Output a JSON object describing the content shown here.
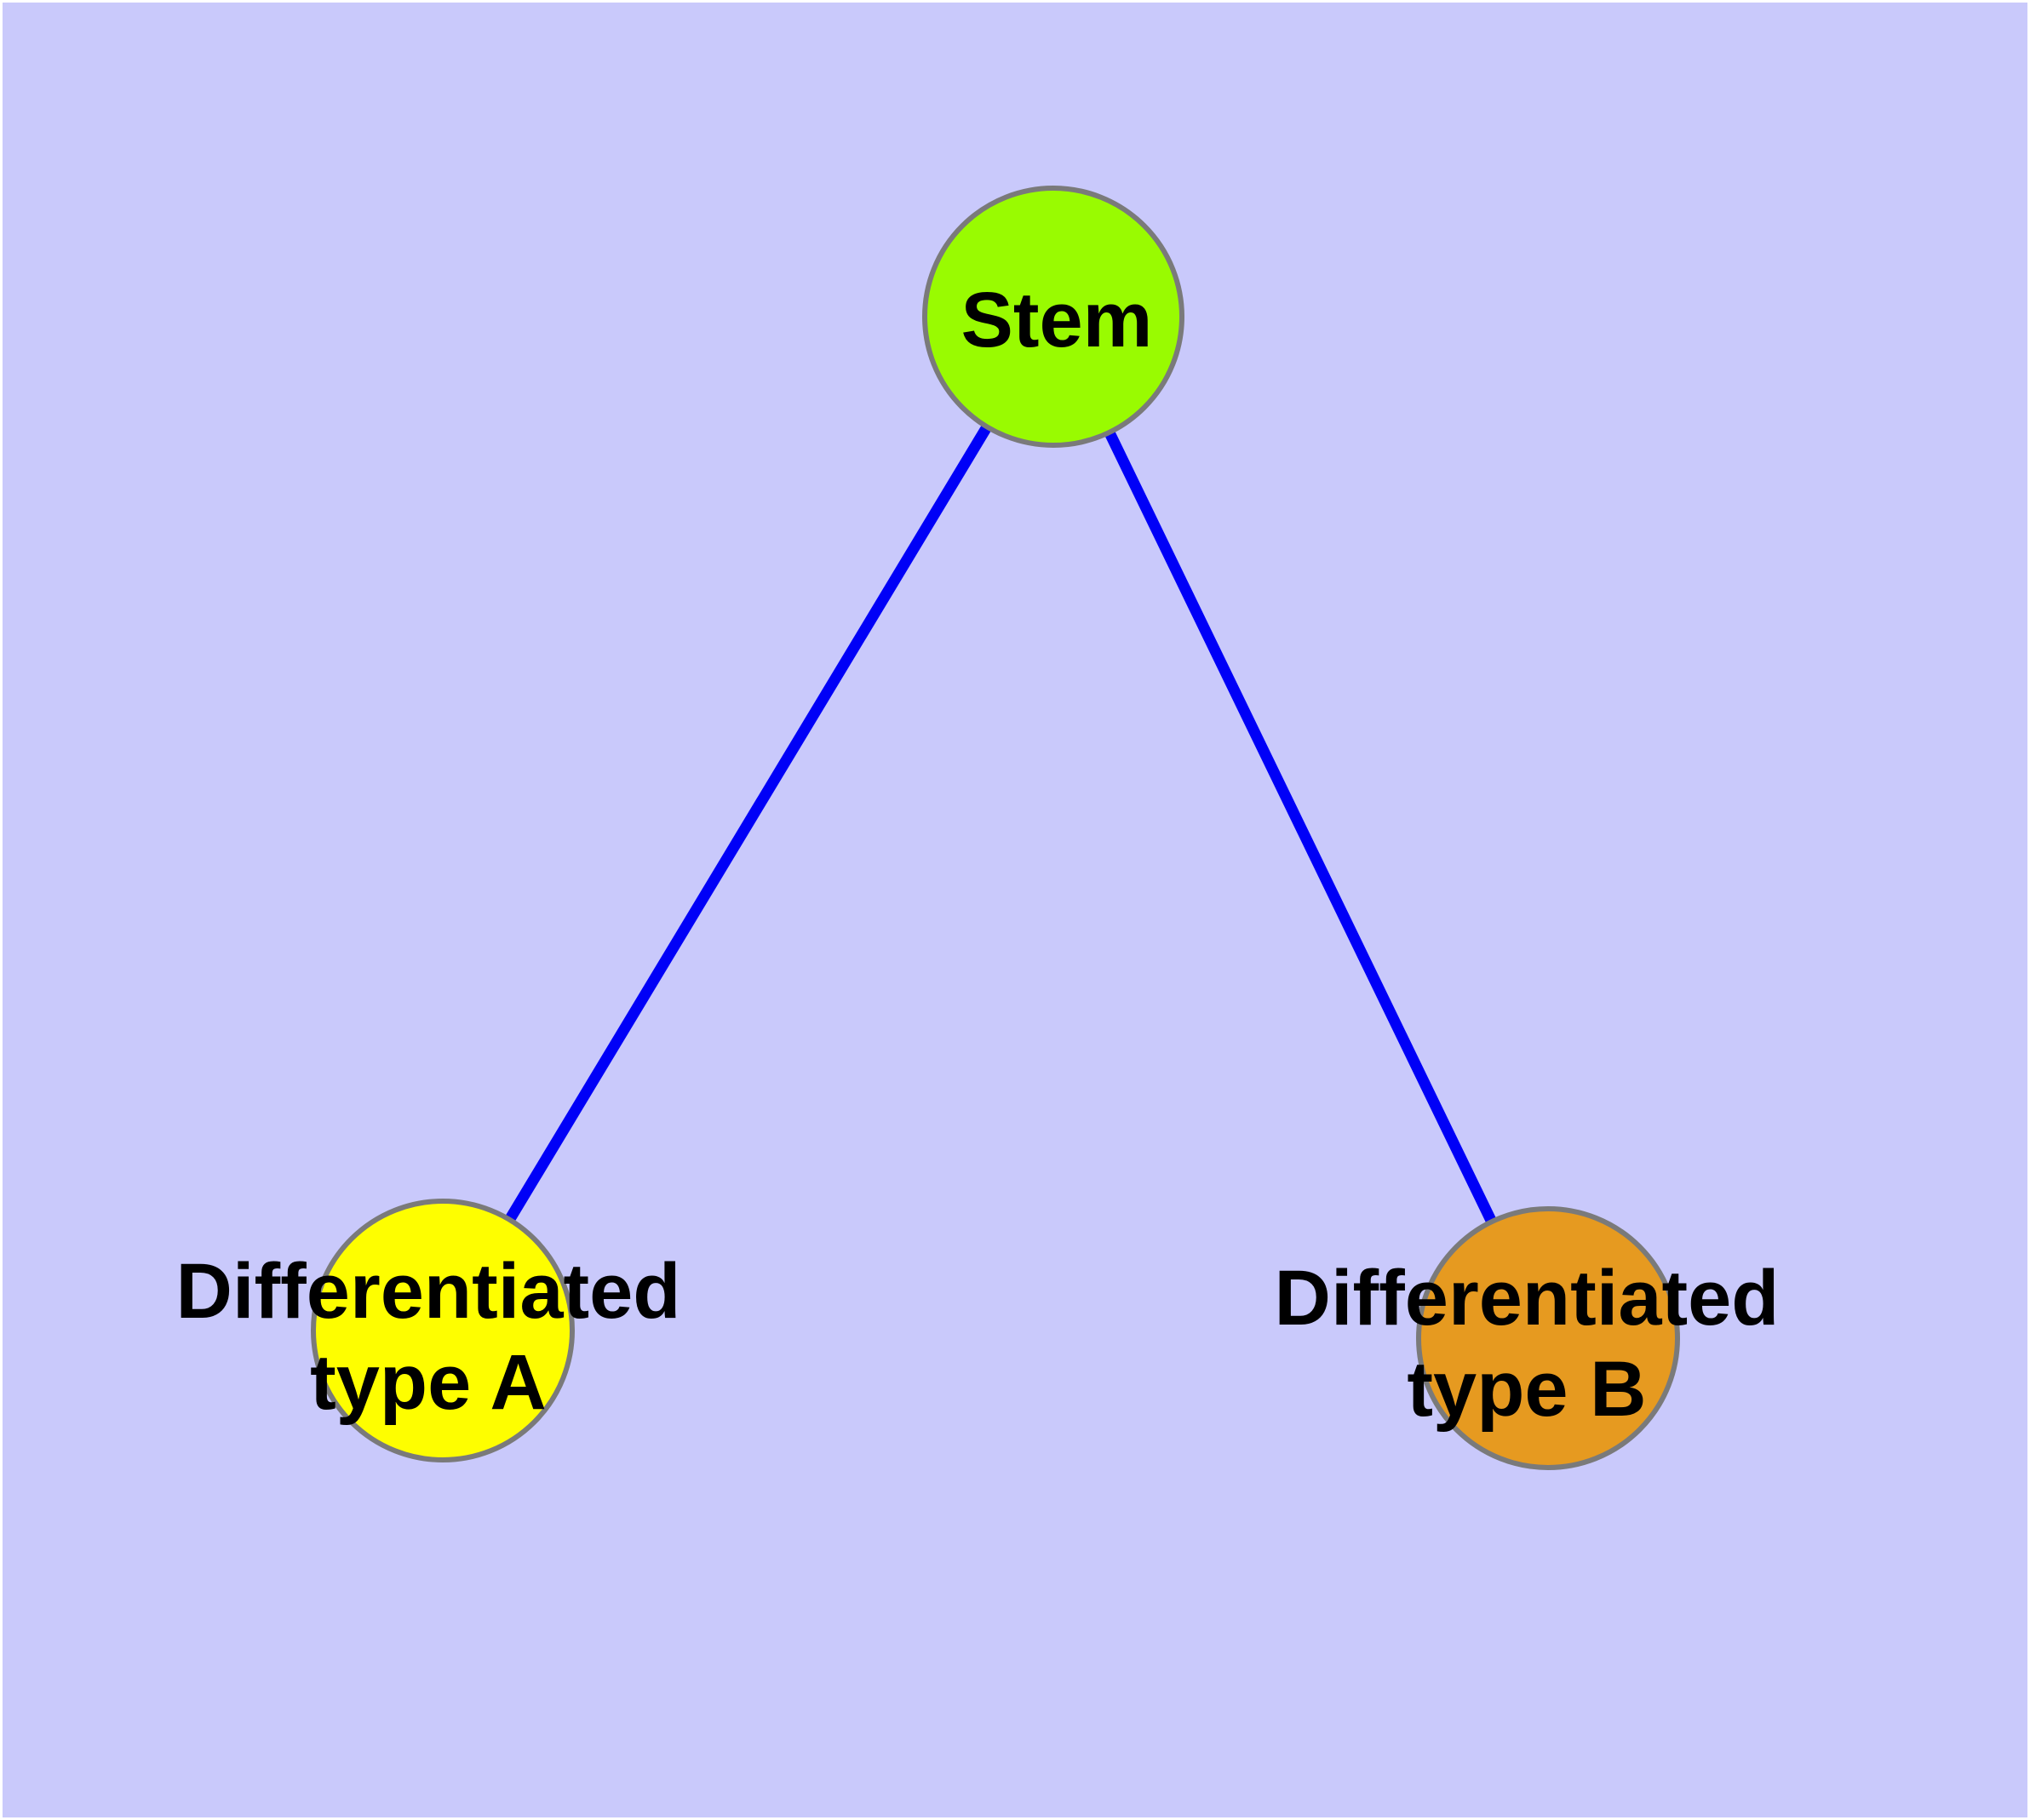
{
  "diagram": {
    "type": "graph",
    "background_color": "#C9C9FB",
    "node_border_color": "#7A7A7A",
    "edge_color": "#0000F7",
    "text_color": "#000000",
    "nodes": [
      {
        "id": "stem",
        "label": "Stem",
        "fill": "#99FB01"
      },
      {
        "id": "type-a",
        "label": "Differentiated type A",
        "label_line1": "Differentiated",
        "label_line2": "type A",
        "fill": "#FEFE00"
      },
      {
        "id": "type-b",
        "label": "Differentiated type B",
        "label_line1": "Differentiated",
        "label_line2": "type B",
        "fill": "#E69A20"
      }
    ],
    "edges": [
      {
        "from": "Stem",
        "to": "Differentiated type A"
      },
      {
        "from": "Stem",
        "to": "Differentiated type B"
      }
    ]
  }
}
